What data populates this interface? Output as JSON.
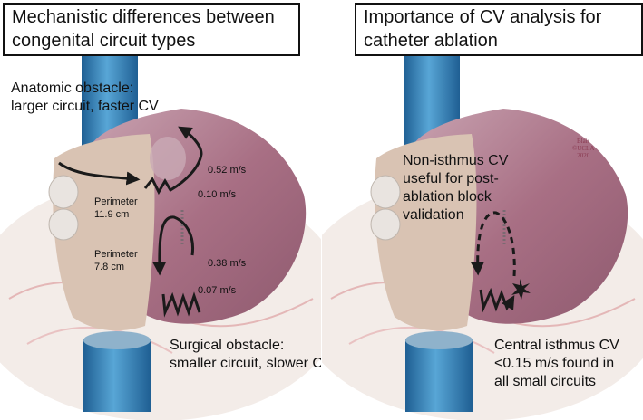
{
  "left": {
    "title": [
      "Mechanistic differences between",
      "congenital circuit types"
    ],
    "anatomic_obstacle": [
      "Anatomic obstacle:",
      "larger circuit, faster CV"
    ],
    "surgical_obstacle": [
      "Surgical obstacle:",
      "smaller circuit, slower CV"
    ],
    "perimeter_large": [
      "Perimeter",
      "11.9 cm"
    ],
    "perimeter_small": [
      "Perimeter",
      "7.8 cm"
    ],
    "cv_values": [
      "0.52 m/s",
      "0.10 m/s",
      "0.38 m/s",
      "0.07 m/s"
    ]
  },
  "right": {
    "title": [
      "Importance of CV analysis for",
      "catheter ablation"
    ],
    "non_isthmus": [
      "Non-isthmus CV",
      "useful for post-",
      "ablation block",
      "validation"
    ],
    "central_isthmus": [
      "Central isthmus CV",
      "<0.15 m/s found in",
      "all small circuits"
    ],
    "signature": [
      "Blais",
      "©UCLA",
      "2020"
    ]
  },
  "colors": {
    "vessel_blue": "#2f7fb8",
    "atrium_mauve": "#a86f84",
    "atrium_beige": "#d9c3b3",
    "annotation": "#1a1a1a"
  }
}
